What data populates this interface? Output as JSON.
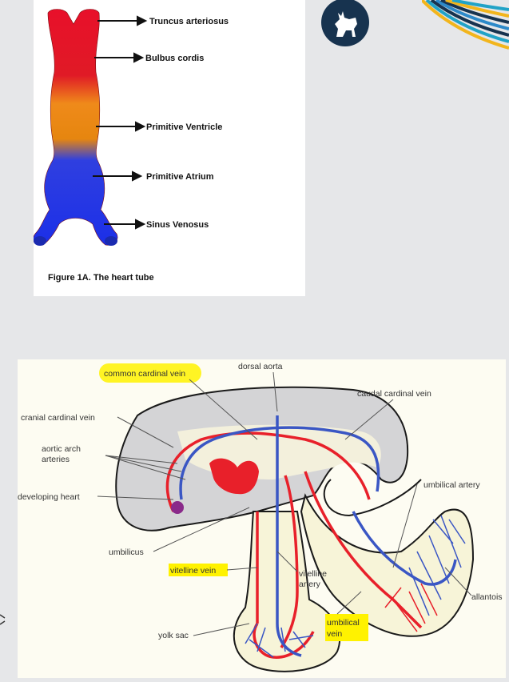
{
  "heart_tube": {
    "labels": {
      "truncus": "Truncus arteriosus",
      "bulbus": "Bulbus cordis",
      "ventricle": "Primitive Ventricle",
      "atrium": "Primitive Atrium",
      "sinus": "Sinus Venosus"
    },
    "caption": "Figure 1A. The heart tube"
  },
  "embryo": {
    "labels": {
      "common_cardinal": "common cardinal vein",
      "dorsal_aorta": "dorsal aorta",
      "caudal_cardinal": "caudal cardinal vein",
      "cranial_cardinal": "cranial cardinal vein",
      "aortic_arch_1": "aortic arch",
      "aortic_arch_2": "arteries",
      "developing_heart": "developing heart",
      "umbilical_artery": "umbilical artery",
      "umbilicus": "umbilicus",
      "vitelline_vein": "vitelline vein",
      "vitelline_artery_1": "vitelline",
      "vitelline_artery_2": "artery",
      "allantois": "allantois",
      "yolk_sac": "yolk sac",
      "umbilical_vein_1": "umbilical",
      "umbilical_vein_2": "vein"
    },
    "highlight_color": "#fff200"
  },
  "colors": {
    "artery_red": "#e8202a",
    "vein_blue": "#3a56c4",
    "crest_navy": "#17334f"
  },
  "icons": [
    "university-crest-icon",
    "decorative-stripes-icon"
  ]
}
